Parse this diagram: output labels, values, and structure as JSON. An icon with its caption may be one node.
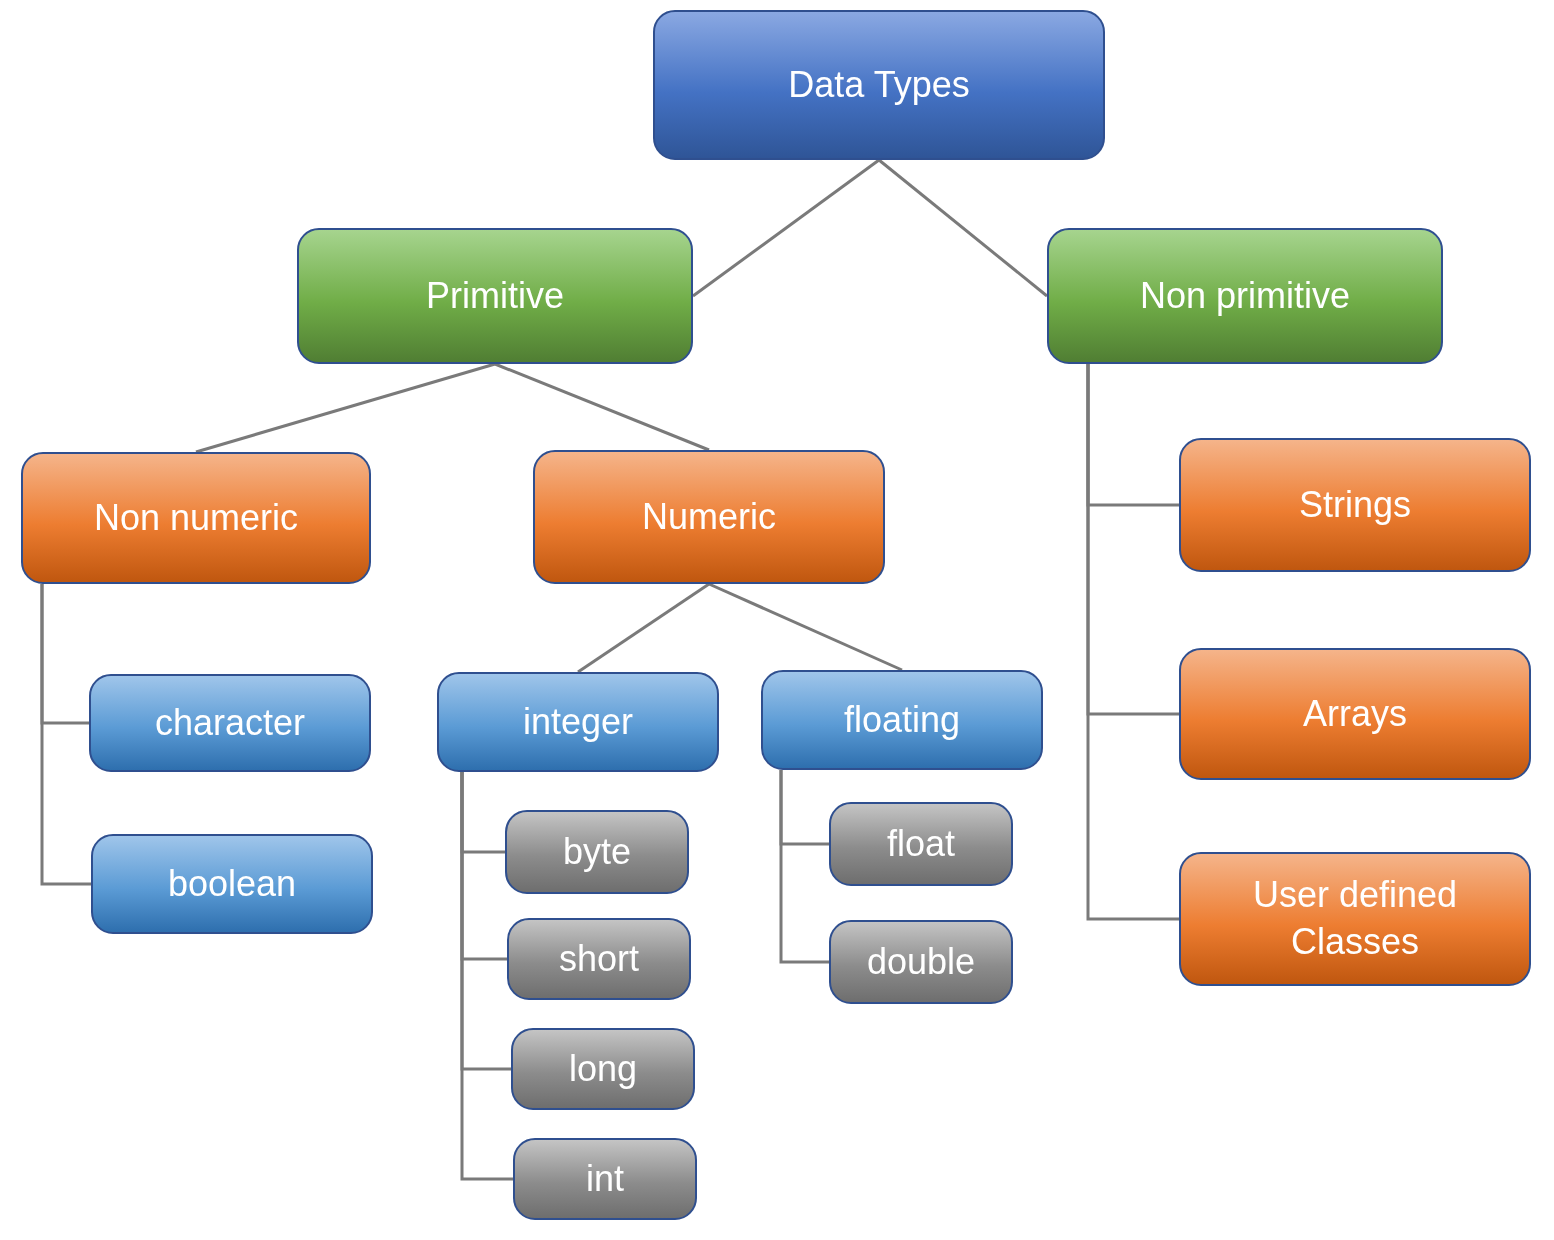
{
  "diagram": {
    "nodes": [
      {
        "text": [
          "Data Types"
        ]
      },
      {
        "text": [
          "Primitive"
        ]
      },
      {
        "text": [
          "Non primitive"
        ]
      },
      {
        "text": [
          "Non numeric"
        ]
      },
      {
        "text": [
          "Numeric"
        ]
      },
      {
        "text": [
          "Strings"
        ]
      },
      {
        "text": [
          "Arrays"
        ]
      },
      {
        "text": [
          "User defined Classes"
        ]
      },
      {
        "text": [
          "character"
        ]
      },
      {
        "text": [
          "boolean"
        ]
      },
      {
        "text": [
          "integer"
        ]
      },
      {
        "text": [
          "floating"
        ]
      },
      {
        "text": [
          "byte"
        ]
      },
      {
        "text": [
          "short"
        ]
      },
      {
        "text": [
          "long"
        ]
      },
      {
        "text": [
          "int"
        ]
      },
      {
        "text": [
          "float"
        ]
      },
      {
        "text": [
          "double"
        ]
      }
    ],
    "edges": [
      {
        "from": 0,
        "to": 1,
        "arrow": "none"
      },
      {
        "from": 0,
        "to": 2,
        "arrow": "none"
      },
      {
        "from": 1,
        "to": 3,
        "arrow": "none"
      },
      {
        "from": 1,
        "to": 4,
        "arrow": "none"
      },
      {
        "from": 2,
        "to": 5,
        "arrow": "none"
      },
      {
        "from": 2,
        "to": 6,
        "arrow": "none"
      },
      {
        "from": 2,
        "to": 7,
        "arrow": "none"
      },
      {
        "from": 3,
        "to": 8,
        "arrow": "none"
      },
      {
        "from": 3,
        "to": 9,
        "arrow": "none"
      },
      {
        "from": 4,
        "to": 10,
        "arrow": "none"
      },
      {
        "from": 4,
        "to": 11,
        "arrow": "none"
      },
      {
        "from": 10,
        "to": 12,
        "arrow": "none"
      },
      {
        "from": 10,
        "to": 13,
        "arrow": "none"
      },
      {
        "from": 10,
        "to": 14,
        "arrow": "none"
      },
      {
        "from": 10,
        "to": 15,
        "arrow": "none"
      },
      {
        "from": 11,
        "to": 16,
        "arrow": "none"
      },
      {
        "from": 11,
        "to": 17,
        "arrow": "none"
      }
    ]
  }
}
